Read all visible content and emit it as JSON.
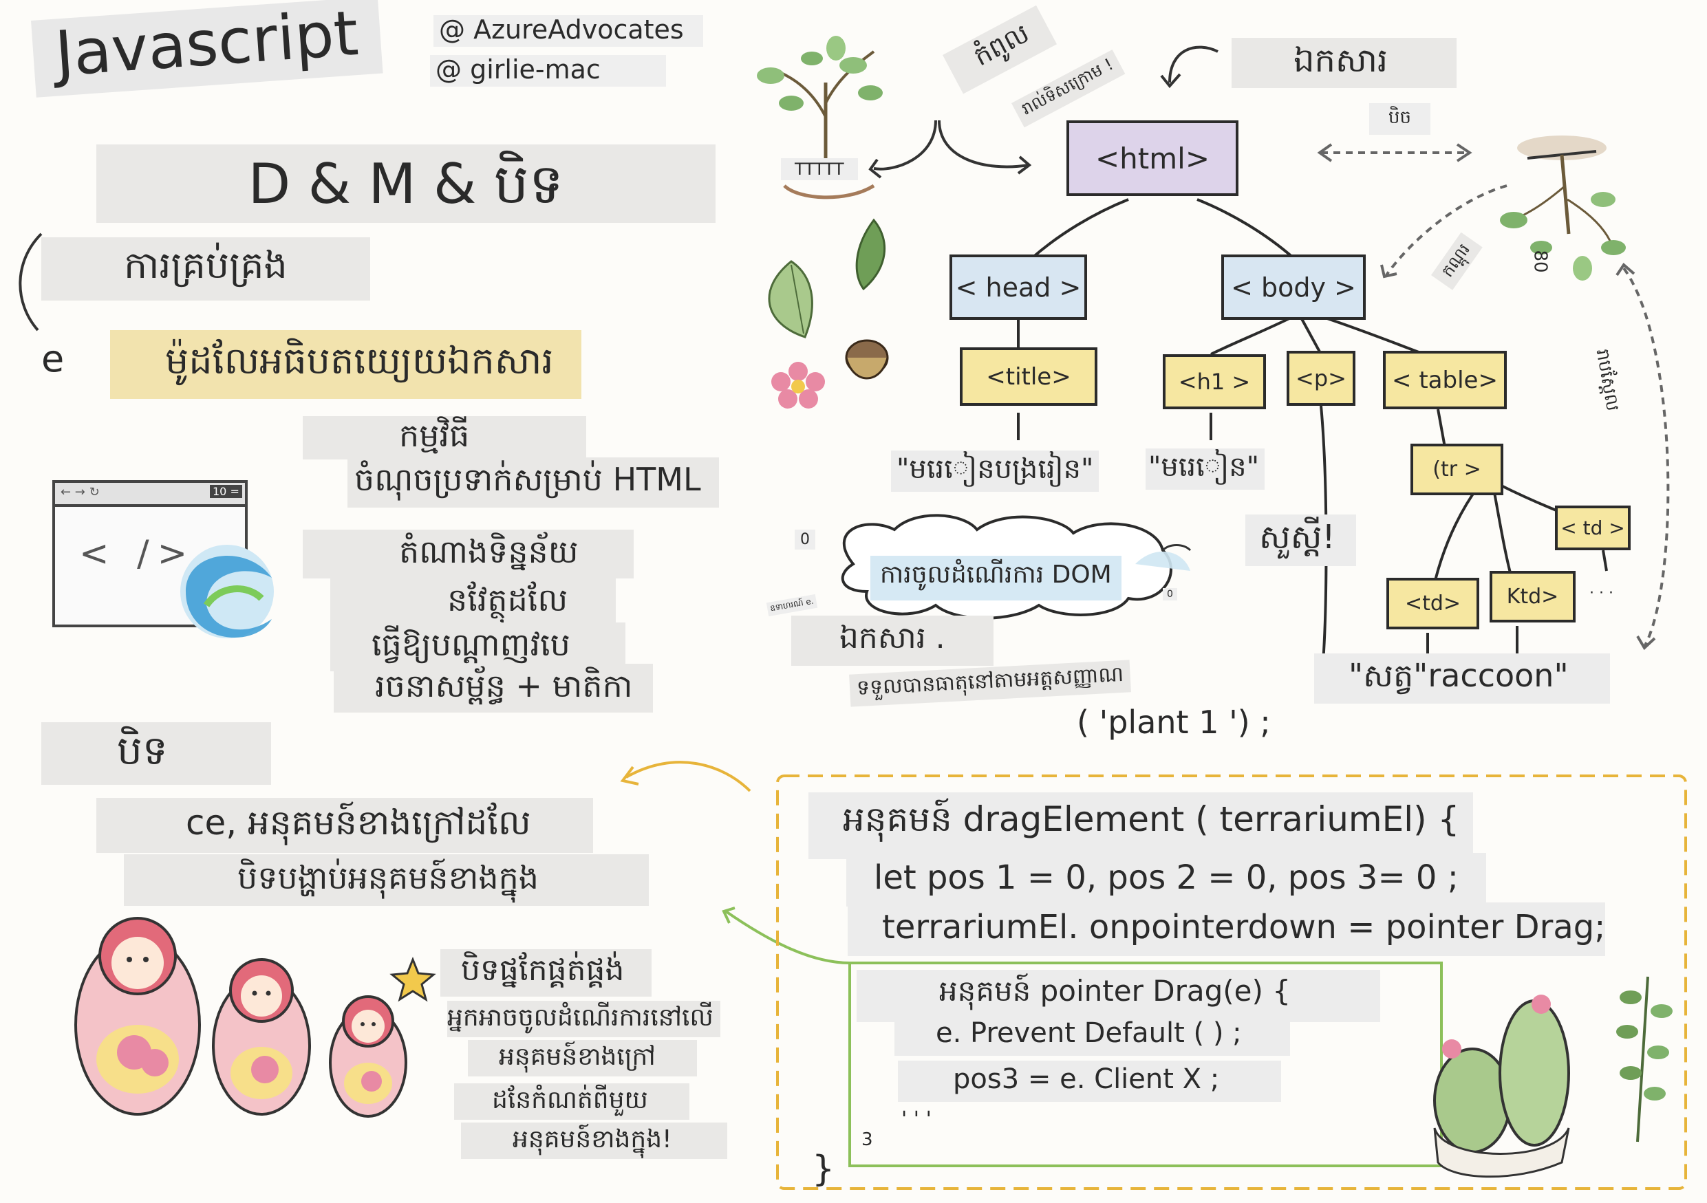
{
  "header": {
    "title": "Javascript",
    "handle1": "@ AzureAdvocates",
    "handle2": "@ girlie-mac",
    "subtitle": "D & M & បិទ"
  },
  "left": {
    "manage": "ការគ្រប់គ្រង",
    "e_letter": "e",
    "dom_model": "ម៉ូដលែអធិបតយេ្យយឯកសារ",
    "program_title": "កម្មវិធី",
    "program_line": "ចំណុចប្រទាក់សម្រាប់ HTML",
    "represent_l1": "តំណាងទិន្នន័យ",
    "represent_l2": "នវែត្ថុដលែ",
    "represent_l3": "ធ្វើឱ្យបណ្តាញវបេ",
    "represent_l4": "រចនាសម្ព័ន្ធ + មាតិកា",
    "browser_nav": "← → ↻",
    "browser_counter": "10 =",
    "browser_code": "< />"
  },
  "closure": {
    "title": "បិទ",
    "line1": "ce, អនុគមន៍ខាងក្រៅដលែ",
    "line2": "បិទបង្ហាប់អនុគមន៍ខាងក្នុង",
    "perfect": "បិទផ្នកែផ្គត់ផ្គង់",
    "p_l1": "អ្នកអាចចូលដំណើរការនៅលើ",
    "p_l2": "អនុគមន៍ខាងក្រៅ",
    "p_l3": "ដនែកំណត់ពីមួយ",
    "p_l4": "អនុគមន៍ខាងក្នុង!"
  },
  "tree": {
    "plant_label": "TTTTT",
    "parent_text": "កំពូល",
    "parent_sub": "រាល់ទិសក្រោម !",
    "document": "ឯកសារ",
    "sibling": "បិច",
    "child_label": "កណ្តុរ",
    "leaf_number": "80",
    "descendant": "រាបស្តែល",
    "html": "<html>",
    "head": "< head >",
    "body": "< body >",
    "title_tag": "<title>",
    "h1": "<h1 >",
    "p": "<p>",
    "table": "< table>",
    "tr": "(tr >",
    "td1": "< td >",
    "td2": "<td>",
    "td3": "Ktd>",
    "title_text": "\"មរេៀនបង្ររៀន\"",
    "h1_text": "\"មរេៀន\"",
    "p_text": "សួស្ដី!",
    "td_text": "\"សត្វ\"raccoon\"",
    "dots": "· · ·",
    "small_zero1": "0",
    "small_zero2": "0",
    "small_note": "ឧទាហរណ៍ e."
  },
  "dom_access": {
    "cloud": "ការចូលដំណើរការ DOM",
    "document": "ឯកសារ .",
    "get_by_id": "ទទួលបានធាតុនៅតាមអត្តសញ្ញាណ",
    "call": "( 'plant 1 ') ;"
  },
  "code": {
    "line1": "អនុគមន៍ dragElement ( terrariumEl) {",
    "line2": "let pos 1 = 0, pos 2 = 0, pos 3= 0 ;",
    "line3": "terrariumEl. onpointerdown = pointer Drag;",
    "line4": "អនុគមន៍ pointer Drag(e) {",
    "line5": "e. Prevent Default ( ) ;",
    "line6": "pos3 = e. Client X ;",
    "line7": "' ' '",
    "line_no": "3",
    "close_brace": "}"
  },
  "colors": {
    "purple": "#ddd3ea",
    "blue": "#d8e6f2",
    "yellow": "#f6e7a1",
    "code_border": "#e7b43a",
    "inner_border": "#8cc05a",
    "arrow_gray": "#666666"
  },
  "icons": [
    "sprout-icon",
    "leaf-icon",
    "acorn-icon",
    "flower-icon",
    "upside-down-plant-icon",
    "browser-window-icon",
    "edge-logo-icon",
    "cloud-icon",
    "nesting-dolls-icon",
    "star-icon",
    "cactus-icon",
    "succulent-icon"
  ]
}
